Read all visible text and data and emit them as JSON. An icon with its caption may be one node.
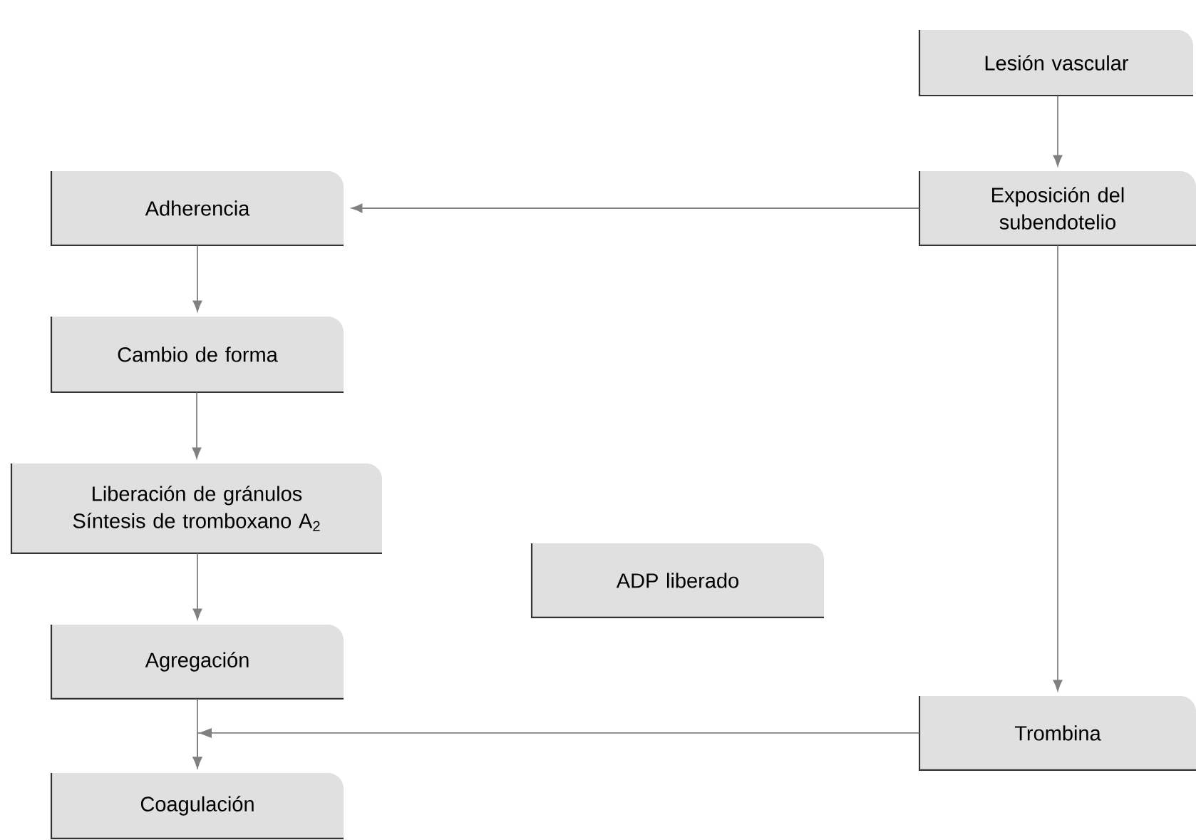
{
  "diagram": {
    "nodes": [
      {
        "text": [
          "Lesión vascular"
        ]
      },
      {
        "text": [
          "Exposición del subendotelio"
        ]
      },
      {
        "text": [
          "Adherencia"
        ]
      },
      {
        "text": [
          "Cambio de forma"
        ]
      },
      {
        "text": [
          "Liberación de gránulos",
          "Síntesis de tromboxano A$_{2}$"
        ]
      },
      {
        "text": [
          "ADP liberado"
        ]
      },
      {
        "text": [
          "Agregación"
        ]
      },
      {
        "text": [
          "Trombina"
        ]
      },
      {
        "text": [
          "Coagulación"
        ]
      }
    ],
    "edges": [
      {
        "from": 0,
        "to": 1,
        "arrow": "to"
      },
      {
        "from": 1,
        "to": 2,
        "arrow": "to"
      },
      {
        "from": 2,
        "to": 3,
        "arrow": "to"
      },
      {
        "from": 3,
        "to": 4,
        "arrow": "to"
      },
      {
        "from": 4,
        "to": 6,
        "arrow": "to"
      },
      {
        "from": 6,
        "to": 8,
        "arrow": "to"
      },
      {
        "from": 1,
        "to": 7,
        "arrow": "to"
      },
      {
        "from": 7,
        "to": 8,
        "arrow": "to"
      }
    ]
  }
}
